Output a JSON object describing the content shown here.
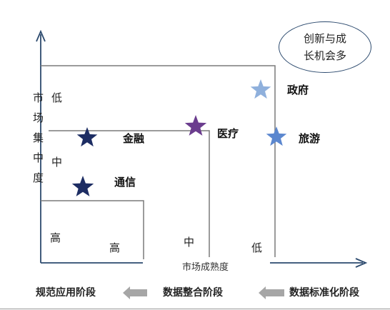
{
  "axes": {
    "x_title": "市场成熟度",
    "y_title_chars": [
      "市",
      "场",
      "集",
      "中",
      "度"
    ],
    "x_levels": {
      "high": "高",
      "mid": "中",
      "low": "低"
    },
    "y_levels": {
      "low": "低",
      "mid": "中",
      "high": "高"
    }
  },
  "callout": {
    "line1": "创新与成",
    "line2": "长机会多"
  },
  "items": [
    {
      "name": "政府",
      "color": "#8fb0dc"
    },
    {
      "name": "医疗",
      "color": "#6b3d8e"
    },
    {
      "name": "旅游",
      "color": "#5b87cf"
    },
    {
      "name": "金融",
      "color": "#1d2d63"
    },
    {
      "name": "通信",
      "color": "#1d2d63"
    }
  ],
  "stages": {
    "left": "规范应用阶段",
    "middle": "数据整合阶段",
    "right": "数据标准化阶段"
  },
  "colors": {
    "axis": "#2c4a6e",
    "frame": "#7a7a7a",
    "stage_arrow": "#a6a6a6"
  }
}
